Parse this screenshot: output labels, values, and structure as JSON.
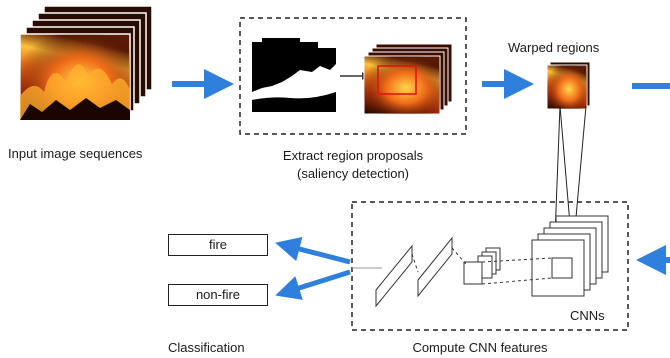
{
  "labels": {
    "input": "Input image sequences",
    "extract_line1": "Extract region proposals",
    "extract_line2": "(saliency detection)",
    "warped": "Warped regions",
    "classification": "Classification",
    "compute": "Compute CNN features",
    "cnns": "CNNs"
  },
  "classes": [
    "fire",
    "non-fire"
  ],
  "colors": {
    "arrow": "#2f7fdc",
    "fire_dark": "#2a0b00",
    "fire_orange": "#e8621a",
    "fire_yellow": "#ffcc33"
  }
}
